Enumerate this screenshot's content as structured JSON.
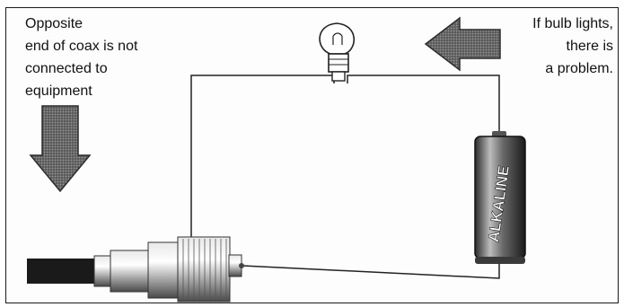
{
  "caption_left": {
    "lines": [
      "Opposite",
      "end of coax is not",
      "connected to",
      "equipment"
    ]
  },
  "caption_right": {
    "lines": [
      "If bulb lights,",
      "there is",
      "a problem."
    ]
  },
  "battery_label": "ALKALINE"
}
